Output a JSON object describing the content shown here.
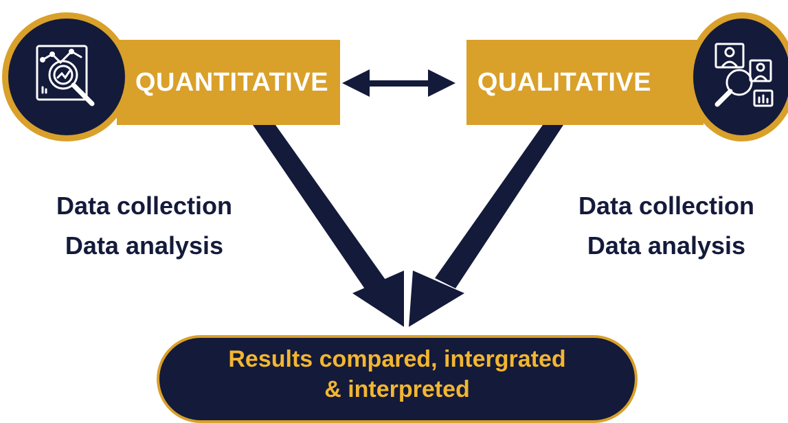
{
  "colors": {
    "navy": "#141a3a",
    "gold": "#d9a02a",
    "gold_text": "#f2b630",
    "white": "#ffffff"
  },
  "quantitative": {
    "label": "QUANTITATIVE",
    "icon": "chart-magnifier-icon",
    "lines": [
      "Data collection",
      "Data analysis"
    ]
  },
  "qualitative": {
    "label": "QUALITATIVE",
    "icon": "people-magnifier-icon",
    "lines": [
      "Data collection",
      "Data analysis"
    ]
  },
  "result": {
    "line1": "Results compared, intergrated",
    "line2": "& interpreted"
  }
}
